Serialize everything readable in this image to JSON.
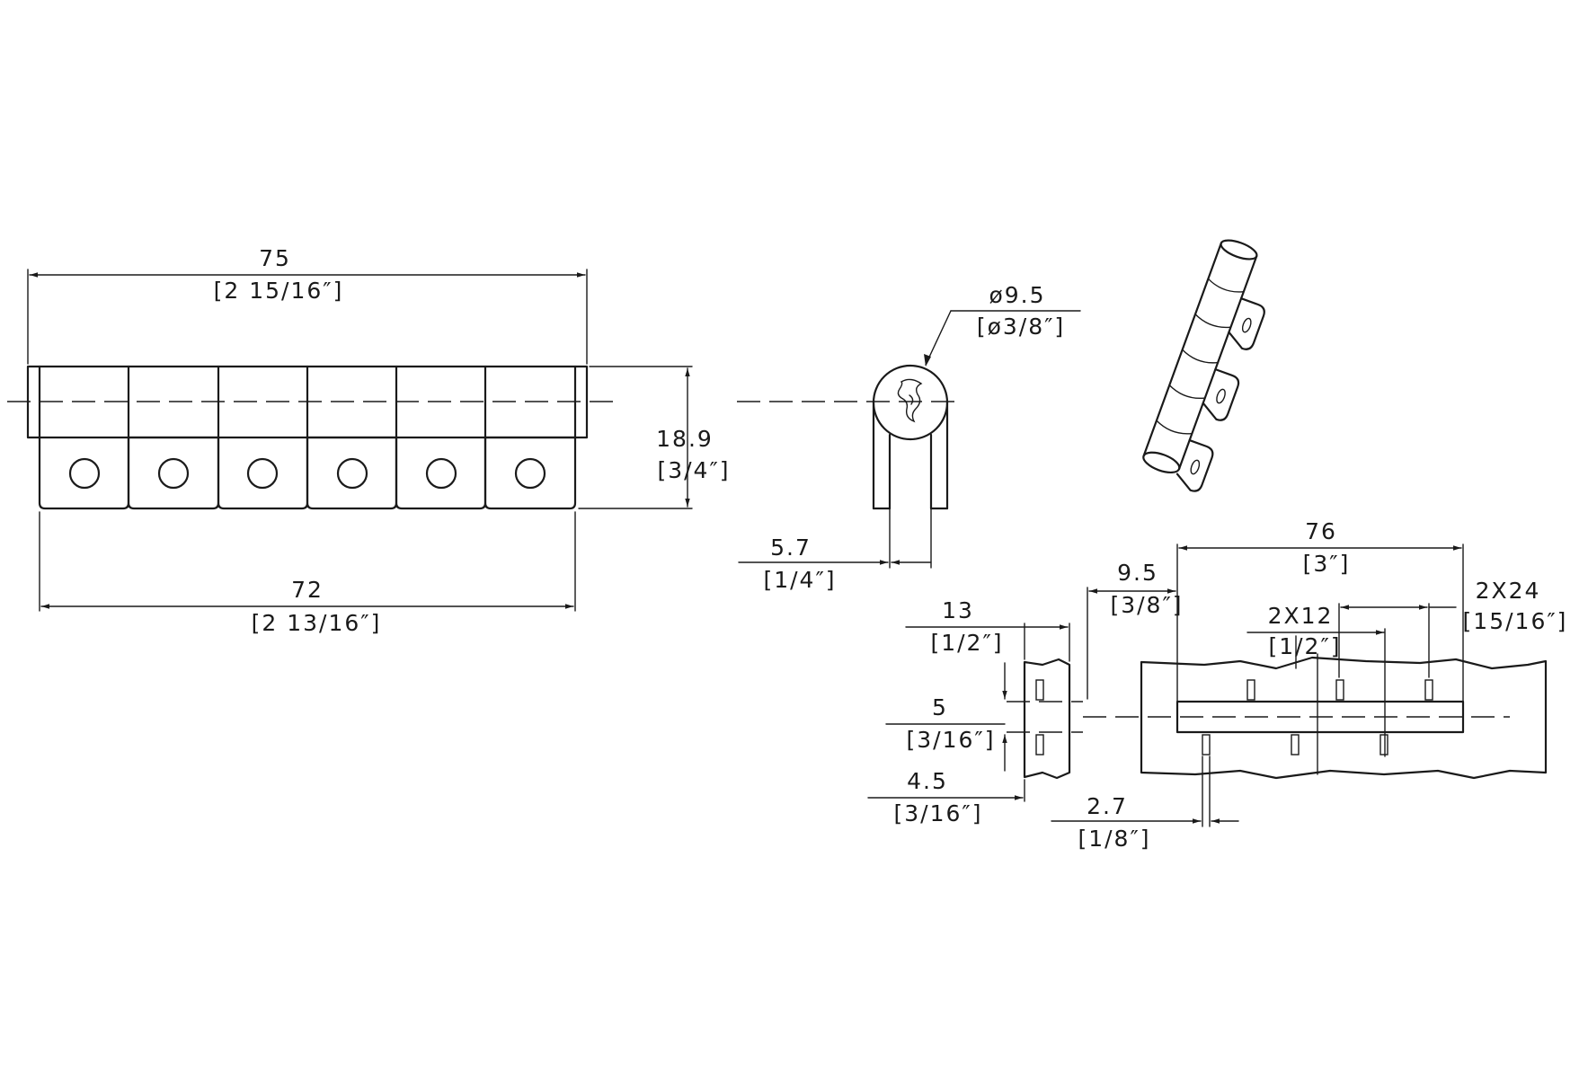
{
  "front_view": {
    "overall_length": "75",
    "overall_length_in": "[2 15/16″]",
    "leaf_length": "72",
    "leaf_length_in": "[2 13/16″]",
    "height": "18.9",
    "height_in": "[3/4″]"
  },
  "end_view": {
    "pin_diameter": "ø9.5",
    "pin_diameter_in": "[ø3/8″]",
    "leaf_thickness": "5.7",
    "leaf_thickness_in": "[1/4″]"
  },
  "top_view": {
    "length": "76",
    "length_in": "[3″]",
    "offset": "9.5",
    "offset_in": "[3/8″]",
    "spacing_small": "2X12",
    "spacing_small_in": "[1/2″]",
    "spacing_large": "2X24",
    "spacing_large_in": "[15/16″]",
    "side_width": "13",
    "side_width_in": "[1/2″]",
    "pin_width": "5",
    "pin_width_in": "[3/16″]",
    "leaf_gap": "4.5",
    "leaf_gap_in": "[3/16″]",
    "tab_width": "2.7",
    "tab_width_in": "[1/8″]"
  }
}
